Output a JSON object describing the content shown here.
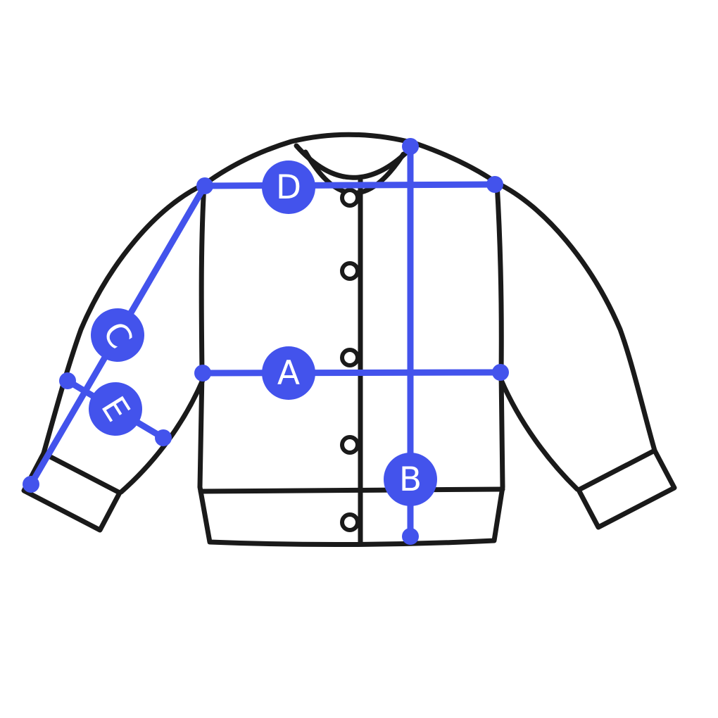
{
  "diagram": {
    "name": "garment-size-measurement-diagram",
    "garment": "cardigan-sweater"
  },
  "measurements": [
    {
      "label": "A"
    },
    {
      "label": "B"
    },
    {
      "label": "C"
    },
    {
      "label": "D"
    },
    {
      "label": "E"
    }
  ],
  "colors": {
    "accent": "#4353ec",
    "outline": "#1a1a1a",
    "background": "#ffffff",
    "label_text": "#ffffff"
  }
}
